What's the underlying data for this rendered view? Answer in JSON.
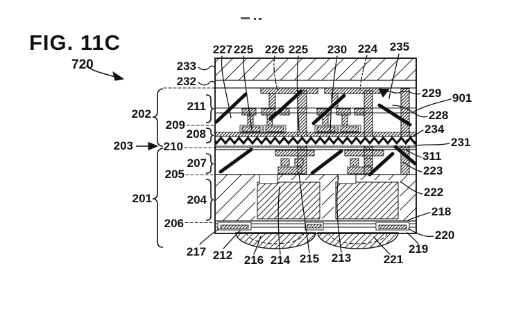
{
  "figure": {
    "label": "FIG. 11C",
    "reference_number": "720",
    "top_edge_fragment": "- .."
  },
  "ref": {
    "top": [
      "227",
      "225",
      "226",
      "225",
      "230",
      "224",
      "235"
    ],
    "left": {
      "n233": "233",
      "n232": "232",
      "n202": "202",
      "n211": "211",
      "n209": "209",
      "n208": "208",
      "n203": "203",
      "n210": "210",
      "n207": "207",
      "n205": "205",
      "n201": "201",
      "n204": "204",
      "n206": "206"
    },
    "right": {
      "n229": "229",
      "n901": "901",
      "n228": "228",
      "n234": "234",
      "n231": "231",
      "n311": "311",
      "n223": "223",
      "n222": "222",
      "n218": "218",
      "n220": "220",
      "n219": "219"
    },
    "bottom": {
      "n217": "217",
      "n212": "212",
      "n216": "216",
      "n214": "214",
      "n215": "215",
      "n213": "213",
      "n221": "221"
    }
  },
  "colors": {
    "ink": "#111111",
    "background": "#ffffff"
  }
}
